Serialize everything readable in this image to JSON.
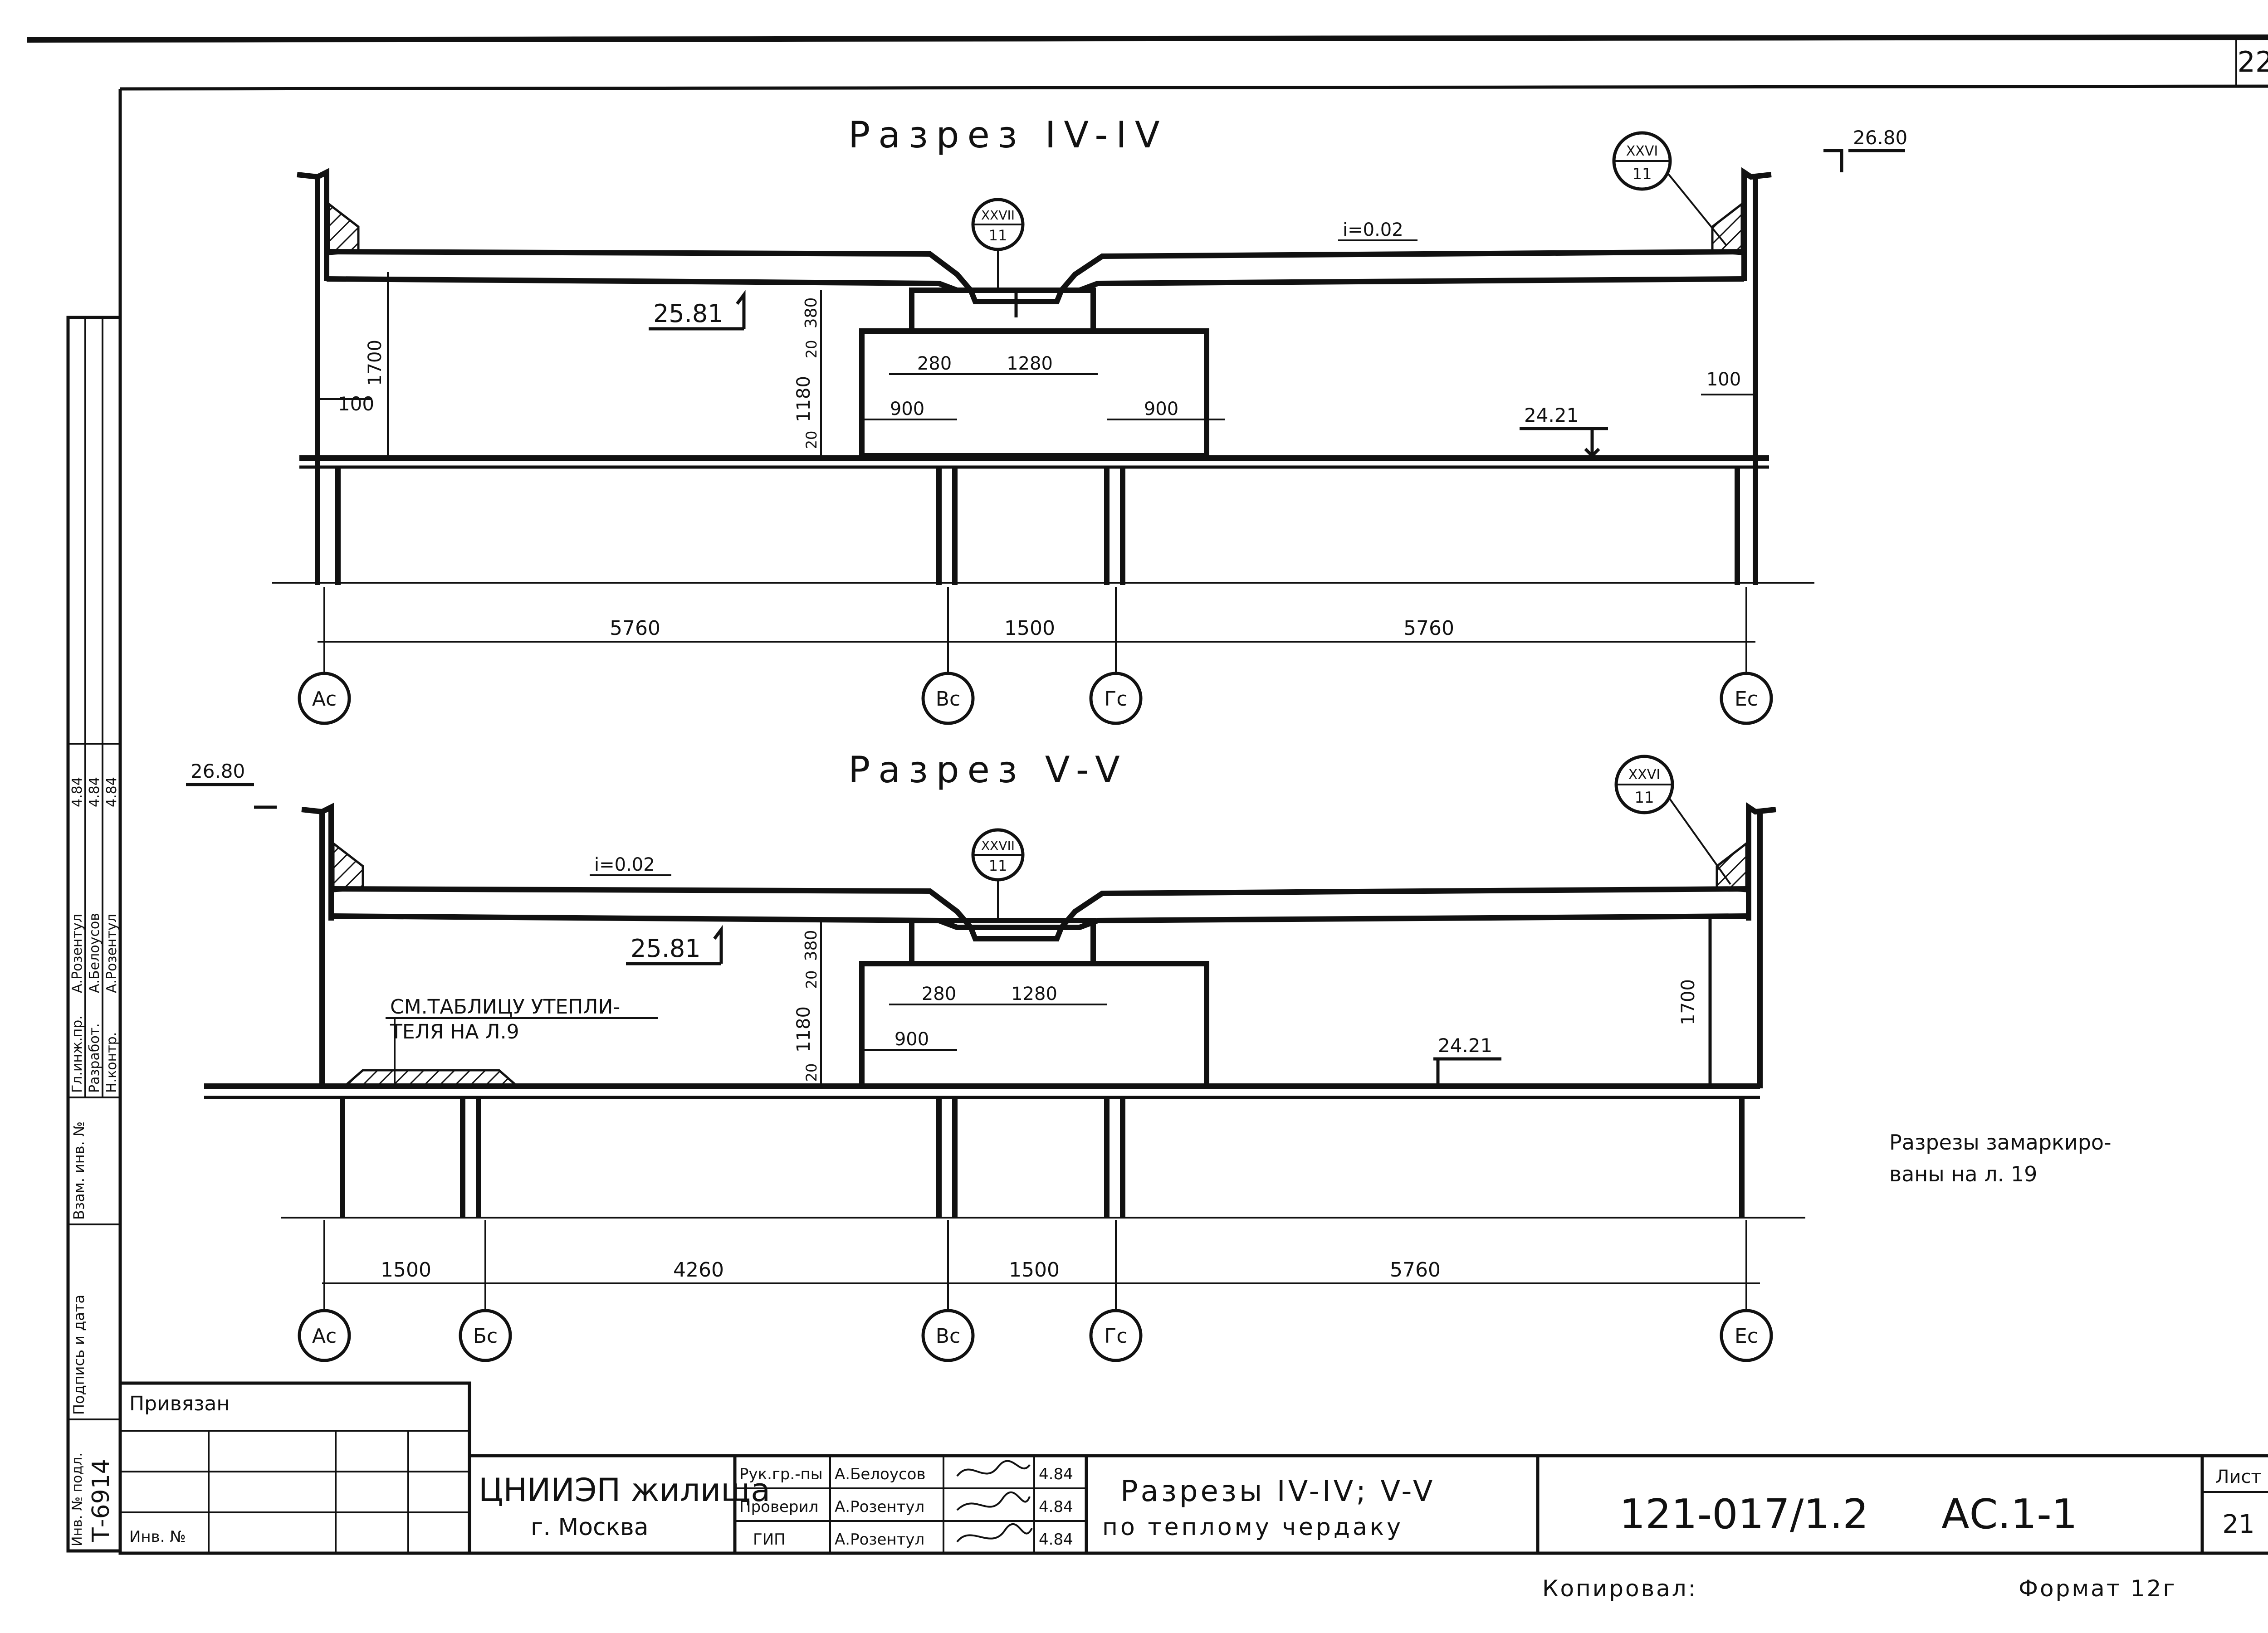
{
  "page_number": "22",
  "sections": {
    "s1": {
      "title": "Разрез IV-IV",
      "callout_right": {
        "top": "XXVI",
        "bottom": "11"
      },
      "callout_center": {
        "top": "XXVII",
        "bottom": "11"
      },
      "level_top": "26.80",
      "level_mid": "25.81",
      "level_floor": "24.21",
      "slope": "i=0.02",
      "dims": {
        "wall_h": "1700",
        "left_offset": "100",
        "right_offset": "100",
        "box_top": "380",
        "box_gap_top": "20",
        "box_h": "1180",
        "box_gap_bottom": "20",
        "d280": "280",
        "d1280": "1280",
        "d900_left": "900",
        "d900_right": "900"
      },
      "spans": [
        "5760",
        "1500",
        "5760"
      ],
      "axes": [
        "Ас",
        "Вс",
        "Гс",
        "Ес"
      ]
    },
    "s2": {
      "title": "Разрез V-V",
      "callout_right": {
        "top": "XXVI",
        "bottom": "11"
      },
      "callout_center": {
        "top": "XXVII",
        "bottom": "11"
      },
      "level_top": "26.80",
      "level_mid": "25.81",
      "level_floor": "24.21",
      "slope": "i=0.02",
      "note_line1": "СМ.ТАБЛИЦУ УТЕПЛИ-",
      "note_line2": "ТЕЛЯ НА Л.9",
      "dims": {
        "wall_h": "1700",
        "box_top": "380",
        "box_gap_top": "20",
        "box_h": "1180",
        "box_gap_bottom": "20",
        "d280": "280",
        "d1280": "1280",
        "d900": "900"
      },
      "spans": [
        "1500",
        "4260",
        "1500",
        "5760"
      ],
      "axes": [
        "Ас",
        "Бс",
        "Вс",
        "Гс",
        "Ес"
      ]
    }
  },
  "side_note_line1": "Разрезы замаркиро-",
  "side_note_line2": "ваны на л. 19",
  "left_stamp": {
    "rows": [
      {
        "role": "Гл.инж.пр.",
        "name": "А.Розентул",
        "date": "4.84"
      },
      {
        "role": "Разработ.",
        "name": "А.Белоусов",
        "date": "4.84"
      },
      {
        "role": "Н.контр.",
        "name": "А.Розентул",
        "date": "4.84"
      }
    ],
    "label_zam": "Взам. инв. №",
    "label_sign": "Подпись и дата",
    "label_inv": "Инв. № подл.",
    "inv_value": "Т-6914"
  },
  "title_block": {
    "privyazan": "Привязан",
    "inv_no": "Инв. №",
    "org_line1": "ЦНИИЭП жилища",
    "org_line2": "г. Москва",
    "signers": [
      {
        "role": "Рук.гр.-пы",
        "name": "А.Белоусов",
        "date": "4.84"
      },
      {
        "role": "Проверил",
        "name": "А.Розентул",
        "date": "4.84"
      },
      {
        "role": "ГИП",
        "name": "А.Розентул",
        "date": "4.84"
      }
    ],
    "sheet_title_line1": "Разрезы IV-IV; V-V",
    "sheet_title_line2": "по теплому чердаку",
    "doc_code": "121-017/1.2",
    "doc_suffix": "АС.1-1",
    "sheet_label": "Лист",
    "sheet_number": "21"
  },
  "copied_label": "Копировал:",
  "format_label": "Формат 12г"
}
